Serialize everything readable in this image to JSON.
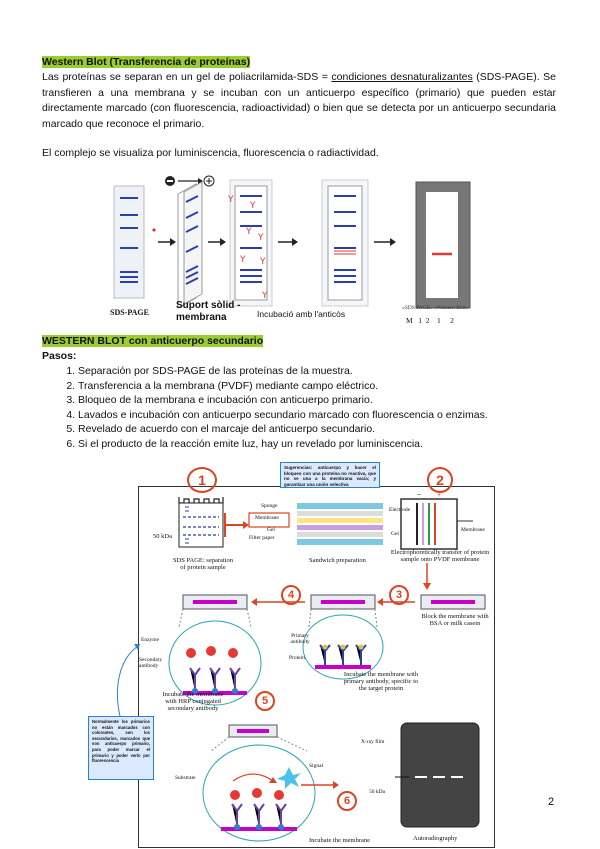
{
  "western_blot": {
    "title": "Western Blot (Transferencia de proteínas)",
    "p1_a": "Las proteínas se separan en un gel de poliacrilamida-SDS = ",
    "p1_link": "condiciones desnaturalizantes",
    "p1_b": " (SDS-PAGE). Se transfieren a una membrana y se incuban con un anticuerpo específico (primario) que pueden estar directamente marcado (con fluorescencia, radioactividad) o bien que se detecta por un anticuerpo secundaria marcado que reconoce el primario.",
    "p2": "El complejo se visualiza por luminiscencia, fluorescencia o radiactividad."
  },
  "fig1": {
    "minus_symbol": "⊖",
    "plus_symbol": "⊕",
    "label_sdspage": "SDS-PAGE",
    "label_suport_1": "Suport sòlid -",
    "label_suport_2": "membrana",
    "label_incubacio": "Incubació amb l'anticòs",
    "label_lanes": "«SDS PAGE» «Western Blot»",
    "label_lane_nums": "M   1  2    1     2",
    "colors": {
      "band": "#2a3fa8",
      "red_band": "#e53935",
      "ab": "#e53935"
    }
  },
  "western_sec": {
    "title": "WESTERN BLOT con anticuerpo secundario",
    "pasos": "Pasos:",
    "steps": [
      "Separación por SDS-PAGE de las proteínas de la muestra.",
      "Transferencia a la membrana (PVDF) mediante campo eléctrico.",
      "Bloqueo de la membrana e incubación con anticuerpo primario.",
      "Lavados e incubación con anticuerpo secundario marcado con fluorescencia o enzimas.",
      "Revelado de acuerdo con el marcaje del anticuerpo secundario.",
      "Si el producto de la reacción emite luz, hay un revelado por luminiscencia."
    ]
  },
  "fig2": {
    "n1": "1",
    "n2": "2",
    "n3": "3",
    "n4": "4",
    "n5": "5",
    "n6": "6",
    "kda50": "50 kDa",
    "sds_caption_1": "SDS PAGE: separation",
    "sds_caption_2": "of protein sample",
    "sponge": "Sponge",
    "membrane": "Membrane",
    "gel": "Gel",
    "filter": "Filter paper",
    "sandwich": "Sandwich preparation",
    "electrode": "Electrode",
    "gel2": "Gel",
    "membrane2": "Membrane",
    "electro_1": "Electrophoretically transfer of protein",
    "electro_2": "sample onto PVDF membrane",
    "block_1": "Block the membrane with",
    "block_2": "BSA or milk casein",
    "primary_ab": "Primary antibody",
    "protein": "Protein",
    "incub_primary_1": "Incubate the membrane with",
    "incub_primary_2": "primary antibody, specific to",
    "incub_primary_3": "the target protein",
    "enzyme": "Enzyme",
    "secondary_ab": "Secondary antibody",
    "incub_sec_1": "Incubate the membrane",
    "incub_sec_2": "with HRP conjugated",
    "incub_sec_3": "secondary antibody",
    "substrate": "Substrate",
    "signal": "Signal",
    "incub_bottom": "Incubate the membrane",
    "xray": "X-ray film",
    "kda50b": "50 kDa",
    "autorad": "Autoradiography",
    "note_top": "Sugerencias: anticuerpo y hacer el bloqueo con una proteína no reactiva, que no se una a la membrana vacía; y garantizar una unión selectiva",
    "note_left": "Normalmente los primarios no están marcados con colorantes, son los secundarios, marcados que son anticuerpo primario, para poder marcar el primario y poder verlo por fluorescencia"
  },
  "page_number": "2"
}
